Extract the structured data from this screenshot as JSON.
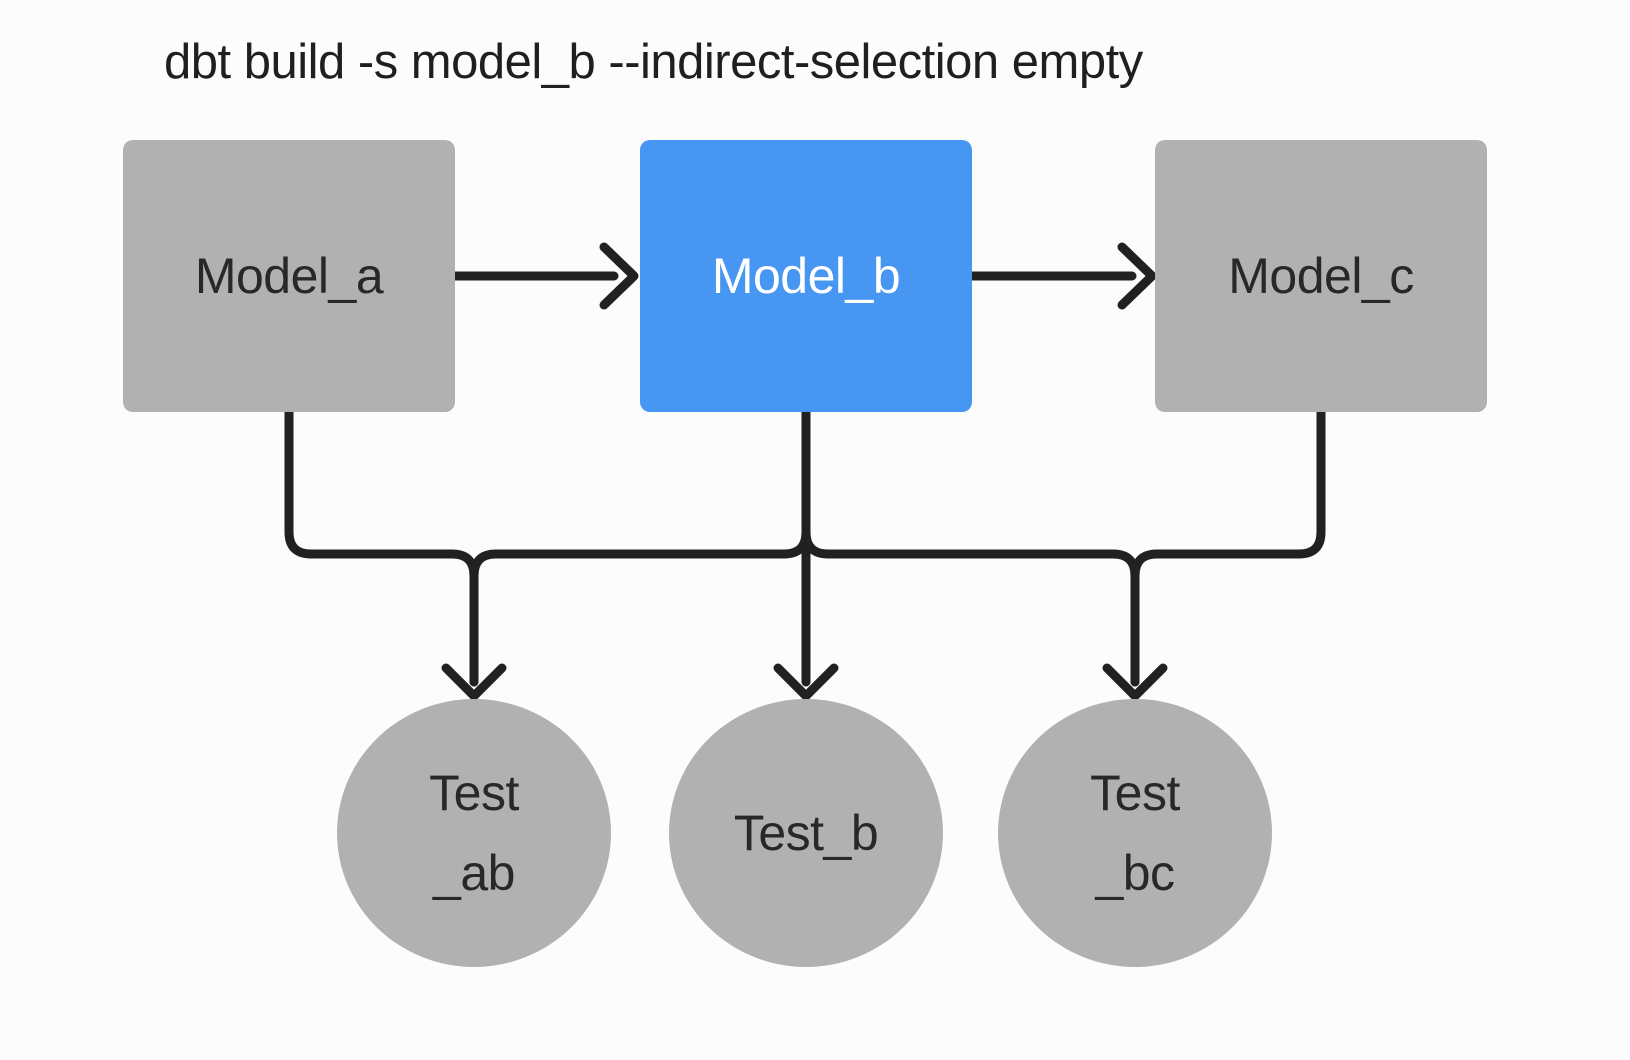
{
  "title": "dbt build -s model_b --indirect-selection empty",
  "colors": {
    "background": "#FCFCFC",
    "node_fill": "#B1B1B1",
    "selected_fill": "#4796F2",
    "edge": "#212121",
    "node_text": "#282828",
    "selected_text": "#FFFFFF",
    "title_text": "#1F1F1F"
  },
  "nodes": {
    "models": [
      {
        "id": "model_a",
        "label": "Model_a",
        "selected": false
      },
      {
        "id": "model_b",
        "label": "Model_b",
        "selected": true
      },
      {
        "id": "model_c",
        "label": "Model_c",
        "selected": false
      }
    ],
    "tests": [
      {
        "id": "test_ab",
        "lines": [
          "Test",
          "_ab"
        ]
      },
      {
        "id": "test_b",
        "lines": [
          "Test_b"
        ]
      },
      {
        "id": "test_bc",
        "lines": [
          "Test",
          "_bc"
        ]
      }
    ]
  },
  "edges": [
    {
      "from": "model_a",
      "to": "model_b"
    },
    {
      "from": "model_b",
      "to": "model_c"
    },
    {
      "from": "model_a",
      "to": "test_ab"
    },
    {
      "from": "model_b",
      "to": "test_ab"
    },
    {
      "from": "model_b",
      "to": "test_b"
    },
    {
      "from": "model_b",
      "to": "test_bc"
    },
    {
      "from": "model_c",
      "to": "test_bc"
    }
  ]
}
